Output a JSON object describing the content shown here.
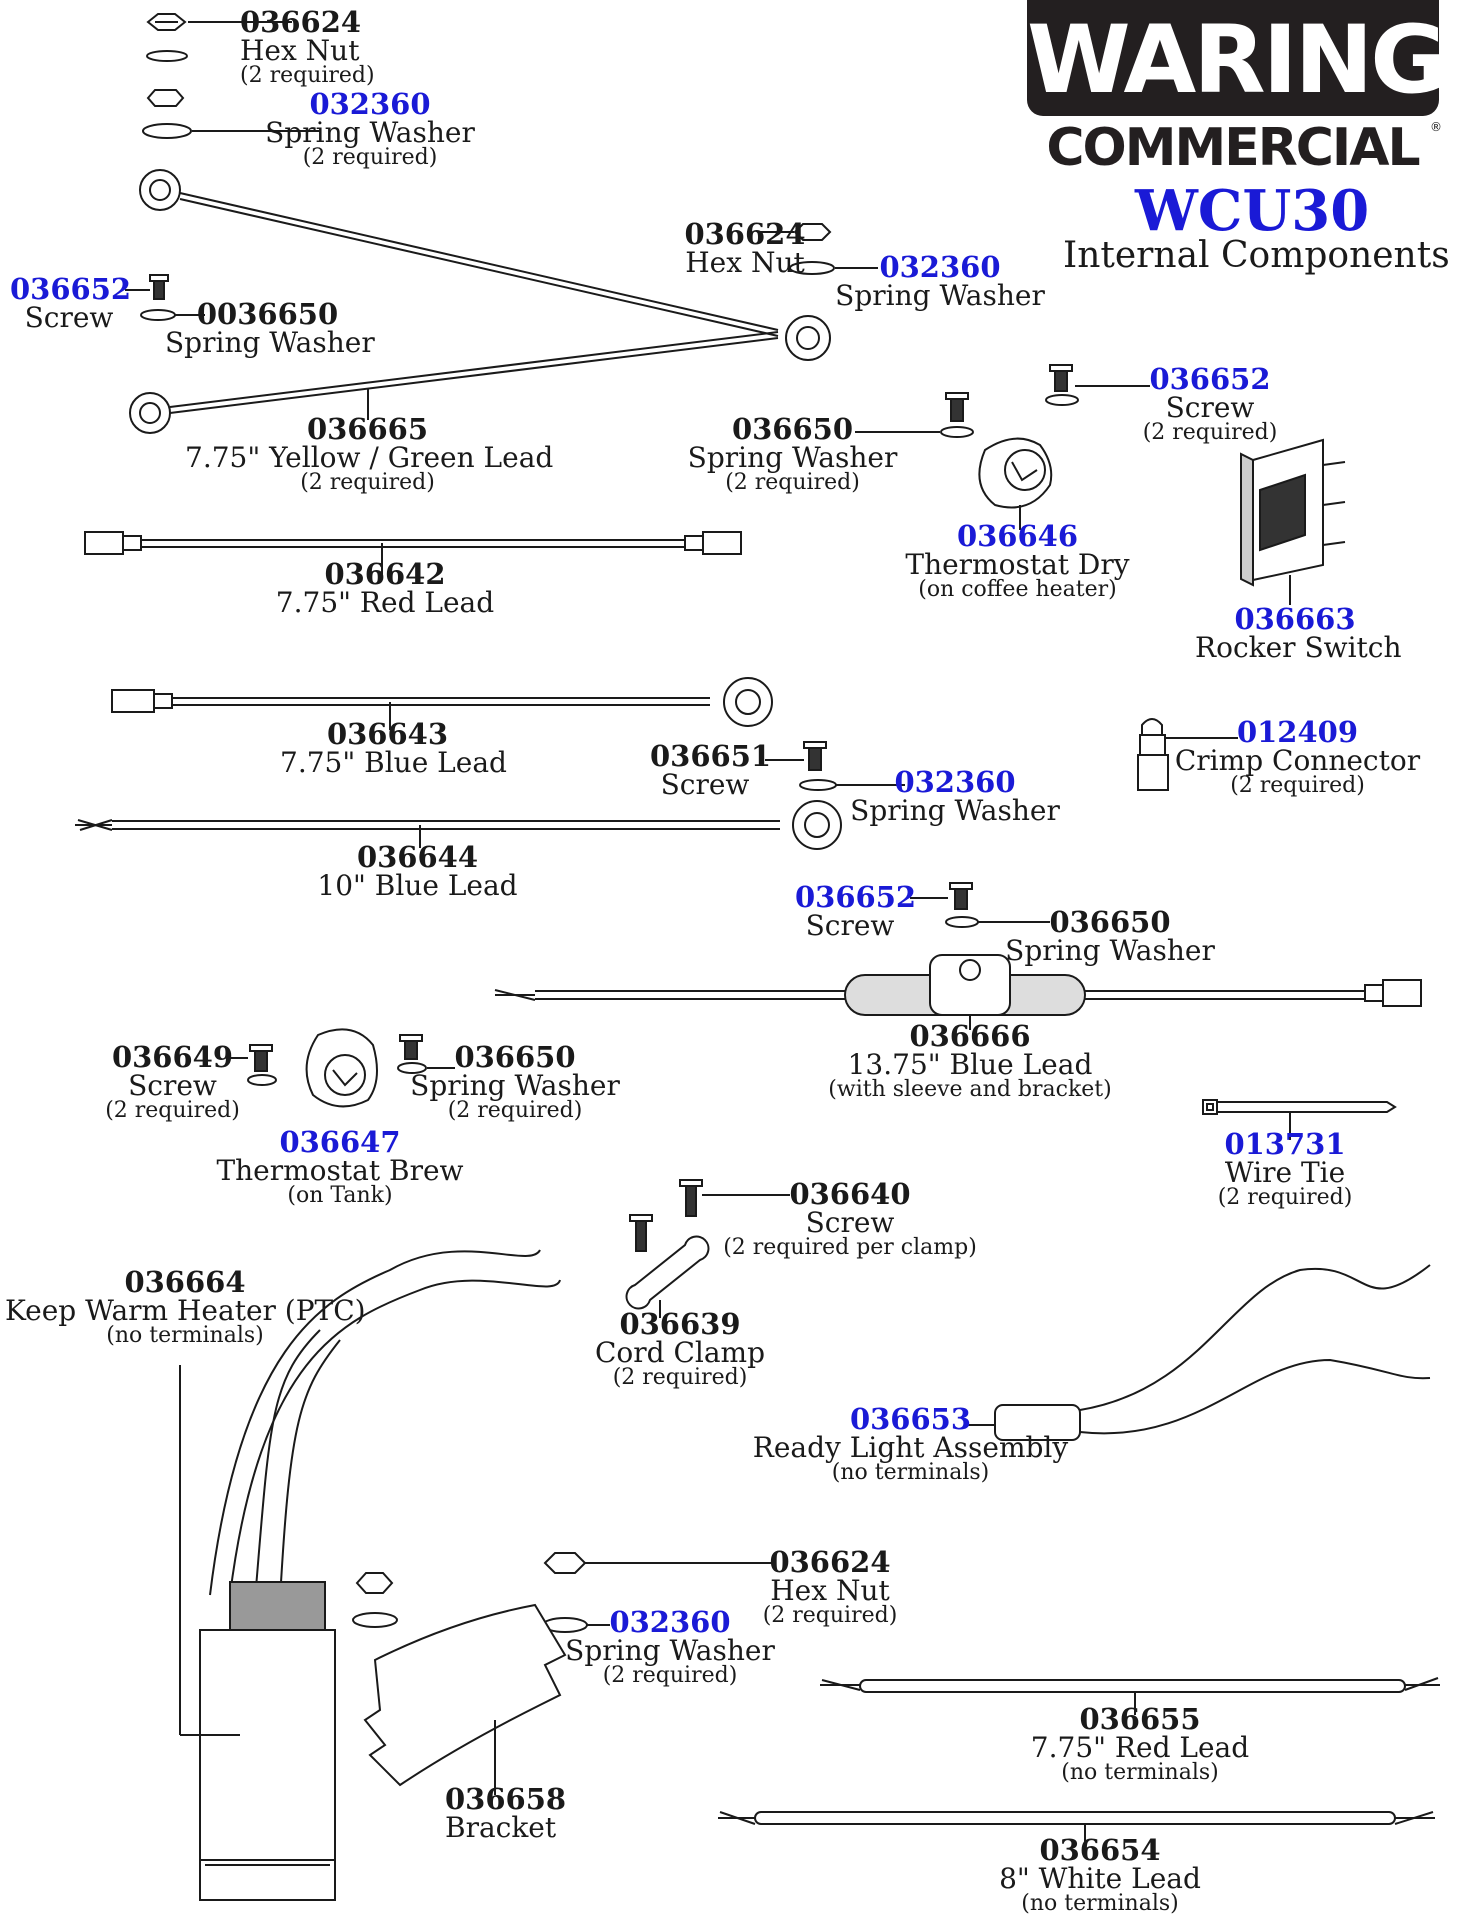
{
  "brand": {
    "line1": "WARING",
    "line2": "COMMERCIAL",
    "registered": "®"
  },
  "model": "WCU30",
  "subtitle": "Internal Components",
  "colors": {
    "part_number_blue": "#1a1ad6",
    "ink": "#1a1a1a",
    "logo_bg": "#231f20"
  },
  "parts": [
    {
      "id": "p1",
      "num": "036624",
      "name": "Hex Nut",
      "note": "(2 required)",
      "blue": false
    },
    {
      "id": "p2",
      "num": "032360",
      "name": "Spring Washer",
      "note": "(2 required)",
      "blue": true
    },
    {
      "id": "p3",
      "num": "036624",
      "name": "Hex Nut",
      "note": "",
      "blue": false
    },
    {
      "id": "p4",
      "num": "032360",
      "name": "Spring Washer",
      "note": "",
      "blue": true
    },
    {
      "id": "p5",
      "num": "036652",
      "name": "Screw",
      "note": "",
      "blue": true
    },
    {
      "id": "p6",
      "num": "0036650",
      "name": "Spring Washer",
      "note": "",
      "blue": false
    },
    {
      "id": "p7",
      "num": "036665",
      "name": "7.75\" Yellow / Green Lead",
      "note": "(2 required)",
      "blue": false
    },
    {
      "id": "p8",
      "num": "036652",
      "name": "Screw",
      "note": "(2 required)",
      "blue": true
    },
    {
      "id": "p9",
      "num": "036650",
      "name": "Spring Washer",
      "note": "(2 required)",
      "blue": false
    },
    {
      "id": "p10",
      "num": "036646",
      "name": "Thermostat Dry",
      "note": "(on coffee heater)",
      "blue": true
    },
    {
      "id": "p11",
      "num": "036642",
      "name": "7.75\" Red Lead",
      "note": "",
      "blue": false
    },
    {
      "id": "p12",
      "num": "036663",
      "name": "Rocker Switch",
      "note": "",
      "blue": true
    },
    {
      "id": "p13",
      "num": "036643",
      "name": "7.75\" Blue Lead",
      "note": "",
      "blue": false
    },
    {
      "id": "p14",
      "num": "036651",
      "name": "Screw",
      "note": "",
      "blue": false
    },
    {
      "id": "p15",
      "num": "032360",
      "name": "Spring Washer",
      "note": "",
      "blue": true
    },
    {
      "id": "p16",
      "num": "012409",
      "name": "Crimp Connector",
      "note": "(2 required)",
      "blue": true
    },
    {
      "id": "p17",
      "num": "036644",
      "name": "10\"  Blue Lead",
      "note": "",
      "blue": false
    },
    {
      "id": "p18",
      "num": "036652",
      "name": "Screw",
      "note": "",
      "blue": true
    },
    {
      "id": "p19",
      "num": "036650",
      "name": "Spring Washer",
      "note": "",
      "blue": false
    },
    {
      "id": "p20",
      "num": "036666",
      "name": "13.75\"  Blue Lead",
      "note": "(with sleeve and bracket)",
      "blue": false
    },
    {
      "id": "p21",
      "num": "036649",
      "name": "Screw",
      "note": "(2 required)",
      "blue": false
    },
    {
      "id": "p22",
      "num": "036650",
      "name": "Spring Washer",
      "note": "(2 required)",
      "blue": false
    },
    {
      "id": "p23",
      "num": "036647",
      "name": "Thermostat Brew",
      "note": "(on Tank)",
      "blue": true
    },
    {
      "id": "p24",
      "num": "013731",
      "name": "Wire Tie",
      "note": "(2 required)",
      "blue": true
    },
    {
      "id": "p25",
      "num": "036640",
      "name": "Screw",
      "note": "(2 required per clamp)",
      "blue": false
    },
    {
      "id": "p26",
      "num": "036664",
      "name": "Keep Warm Heater (PTC)",
      "note": "(no terminals)",
      "blue": false
    },
    {
      "id": "p27",
      "num": "036639",
      "name": "Cord Clamp",
      "note": "(2 required)",
      "blue": false
    },
    {
      "id": "p28",
      "num": "036653",
      "name": "Ready Light Assembly",
      "note": "(no terminals)",
      "blue": true
    },
    {
      "id": "p29",
      "num": "036624",
      "name": "Hex Nut",
      "note": "(2 required)",
      "blue": false
    },
    {
      "id": "p30",
      "num": "032360",
      "name": "Spring Washer",
      "note": "(2 required)",
      "blue": true
    },
    {
      "id": "p31",
      "num": "036655",
      "name": "7.75\" Red Lead",
      "note": "(no terminals)",
      "blue": false
    },
    {
      "id": "p32",
      "num": "036658",
      "name": "Bracket",
      "note": "",
      "blue": false
    },
    {
      "id": "p33",
      "num": "036654",
      "name": "8\"  White Lead",
      "note": "(no terminals)",
      "blue": false
    }
  ]
}
